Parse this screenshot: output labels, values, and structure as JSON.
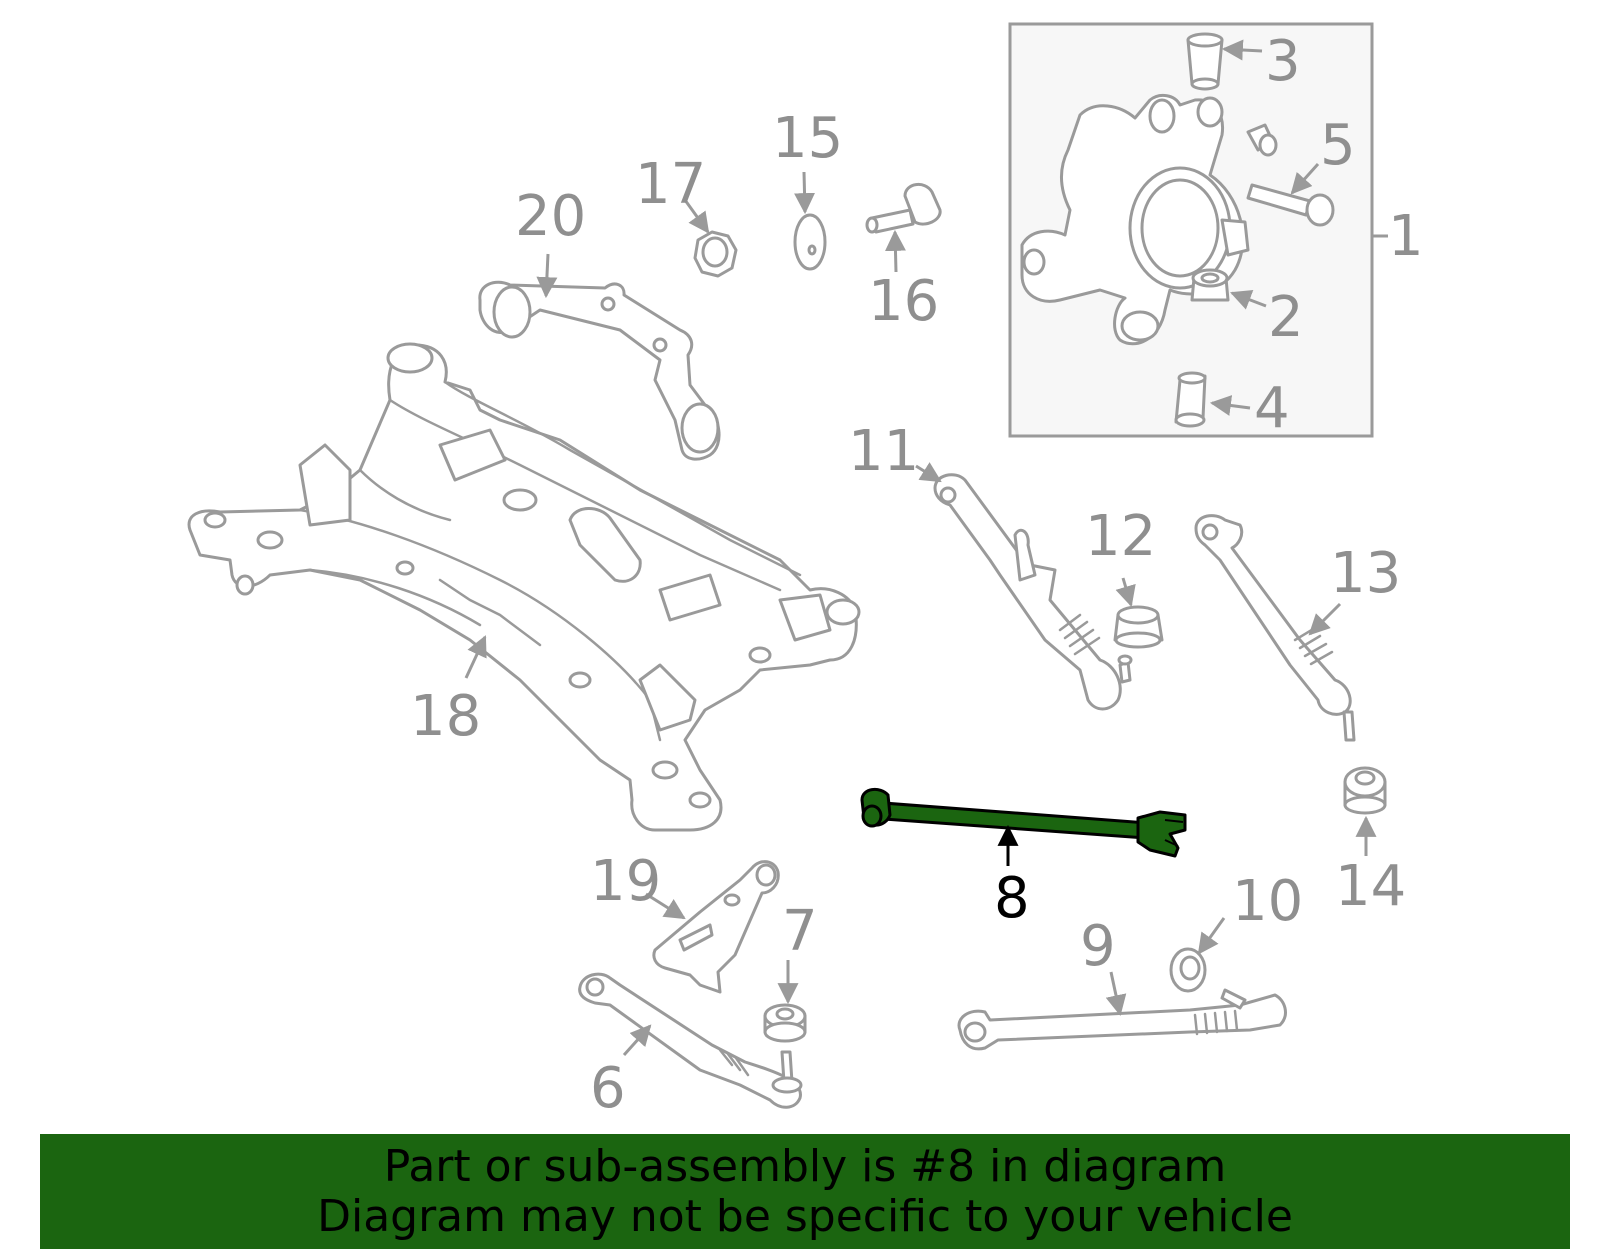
{
  "highlight": {
    "part": "8",
    "color": "#1b6510"
  },
  "labels": {
    "l1": "1",
    "l2": "2",
    "l3": "3",
    "l4": "4",
    "l5": "5",
    "l6": "6",
    "l7": "7",
    "l8": "8",
    "l9": "9",
    "l10": "10",
    "l11": "11",
    "l12": "12",
    "l13": "13",
    "l14": "14",
    "l15": "15",
    "l16": "16",
    "l17": "17",
    "l18": "18",
    "l19": "19",
    "l20": "20"
  },
  "banner": {
    "line1": "Part or sub-assembly is #8 in diagram",
    "line2": "Diagram may not be specific to your vehicle",
    "bg_color": "#1b6510"
  }
}
